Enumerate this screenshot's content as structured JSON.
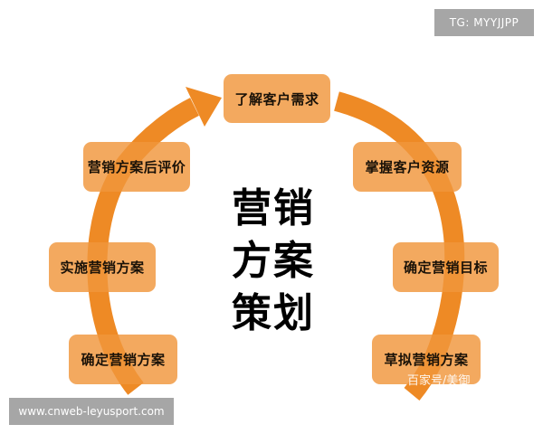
{
  "diagram": {
    "title_lines": [
      "营销",
      "方案",
      "策划"
    ],
    "steps": [
      {
        "label": "了解客户需求"
      },
      {
        "label": "掌握客户资源"
      },
      {
        "label": "确定营销目标"
      },
      {
        "label": "草拟营销方案"
      },
      {
        "label": "确定营销方案"
      },
      {
        "label": "实施营销方案"
      },
      {
        "label": "营销方案后评价"
      }
    ],
    "colors": {
      "arc": "#ee8a25",
      "box": "#f0963c",
      "text": "#1a1208"
    }
  },
  "watermarks": {
    "top_right": "TG: MYYJJPP",
    "bottom_left": "www.cnweb-leyusport.com",
    "source": "百家号/美御"
  }
}
